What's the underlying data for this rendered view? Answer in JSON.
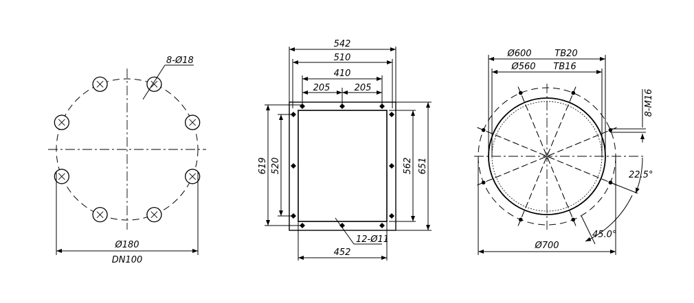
{
  "flange_dn100": {
    "hole_note": "8-Ø18",
    "bolt_circle": "Ø180",
    "nominal_size": "DN100"
  },
  "rect_flange": {
    "width_outer": "542",
    "width_bolt": "510",
    "width_410": "410",
    "half_left": "205",
    "half_right": "205",
    "height_619": "619",
    "height_520": "520",
    "height_562": "562",
    "height_651": "651",
    "hole_note": "12-Ø11",
    "width_inner": "452"
  },
  "round_flange": {
    "dia_600": "Ø600",
    "tb20": "TB20",
    "dia_560": "Ø560",
    "tb16": "TB16",
    "bolt_note": "8-M16",
    "angle_small": "22.5°",
    "angle_large": "45.0°",
    "dia_700": "Ø700"
  }
}
